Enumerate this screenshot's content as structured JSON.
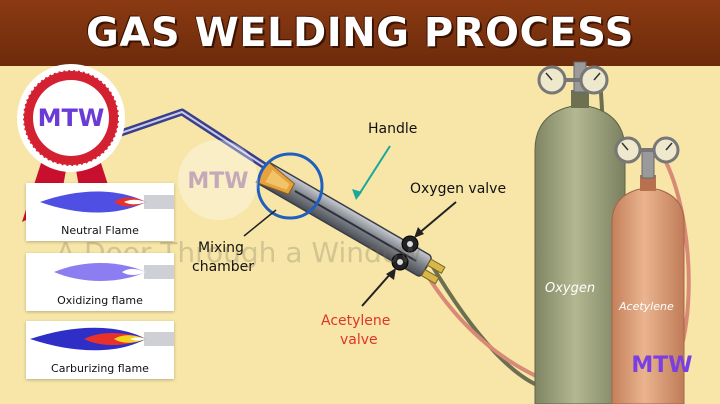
{
  "header": {
    "title": "GAS WELDING PROCESS"
  },
  "logo": {
    "text": "MTW"
  },
  "watermark": {
    "text": "A Door Through a Window"
  },
  "flames": [
    {
      "label": "Neutral Flame"
    },
    {
      "label": "Oxidizing flame"
    },
    {
      "label": "Carburizing flame"
    }
  ],
  "torch_labels": {
    "handle": "Handle",
    "oxygen_valve": "Oxygen valve",
    "mixing_chamber_line1": "Mixing",
    "mixing_chamber_line2": "chamber",
    "acetylene_valve_line1": "Acetylene",
    "acetylene_valve_line2": "valve"
  },
  "cylinders": {
    "oxygen": "Oxygen",
    "acetylene": "Acetylene"
  },
  "colors": {
    "header_bg": "#7a3210",
    "background": "#f7e6a8",
    "acetylene_label": "#e0342a",
    "handle_arrow": "#1aa89a",
    "mixing_circle": "#1f5fbf",
    "oxygen_cylinder": "#9aa07e",
    "acetylene_cylinder": "#d89a72"
  }
}
